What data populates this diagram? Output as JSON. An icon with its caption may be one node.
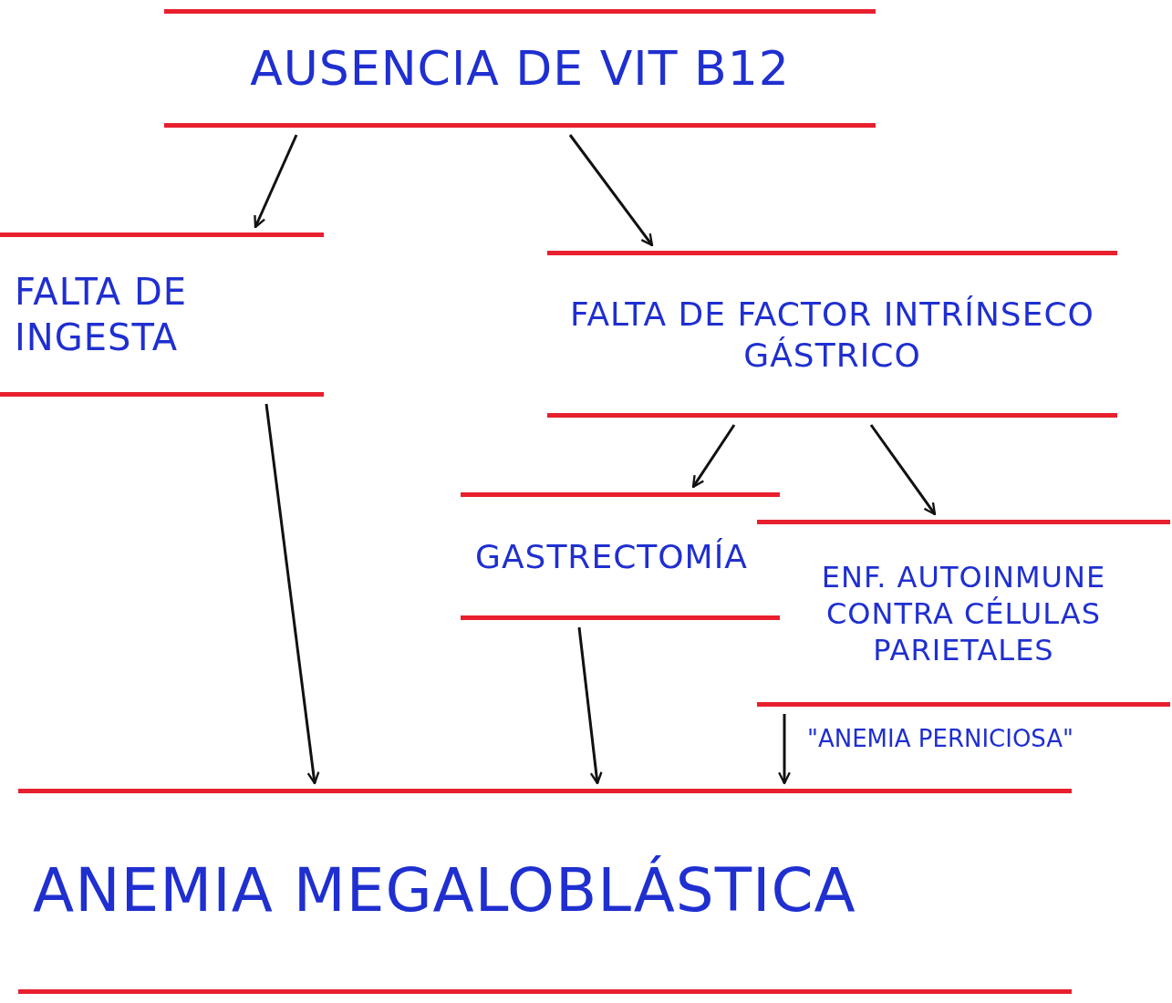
{
  "diagram": {
    "nodes": [
      {
        "text": [
          "AUSENCIA DE VIT B12"
        ]
      },
      {
        "text": [
          "FALTA DE INGESTA"
        ]
      },
      {
        "text": [
          "FALTA DE FACTOR INTRÍNSECO GÁSTRICO"
        ]
      },
      {
        "text": [
          "GASTRECTOMÍA"
        ]
      },
      {
        "text": [
          "ENF. AUTOINMUNE CONTRA CÉLULAS PARIETALES"
        ],
        "beside": [
          "\"ANEMIA PERNICIOSA\""
        ]
      },
      {
        "text": [
          "ANEMIA MEGALOBLÁSTICA"
        ]
      }
    ],
    "edges": [
      {
        "from": 0,
        "to": 1,
        "arrow": "to"
      },
      {
        "from": 0,
        "to": 2,
        "arrow": "to"
      },
      {
        "from": 2,
        "to": 3,
        "arrow": "to"
      },
      {
        "from": 2,
        "to": 4,
        "arrow": "to"
      },
      {
        "from": 1,
        "to": 5,
        "arrow": "to"
      },
      {
        "from": 3,
        "to": 5,
        "arrow": "to"
      },
      {
        "from": 4,
        "to": 5,
        "arrow": "to"
      }
    ]
  }
}
